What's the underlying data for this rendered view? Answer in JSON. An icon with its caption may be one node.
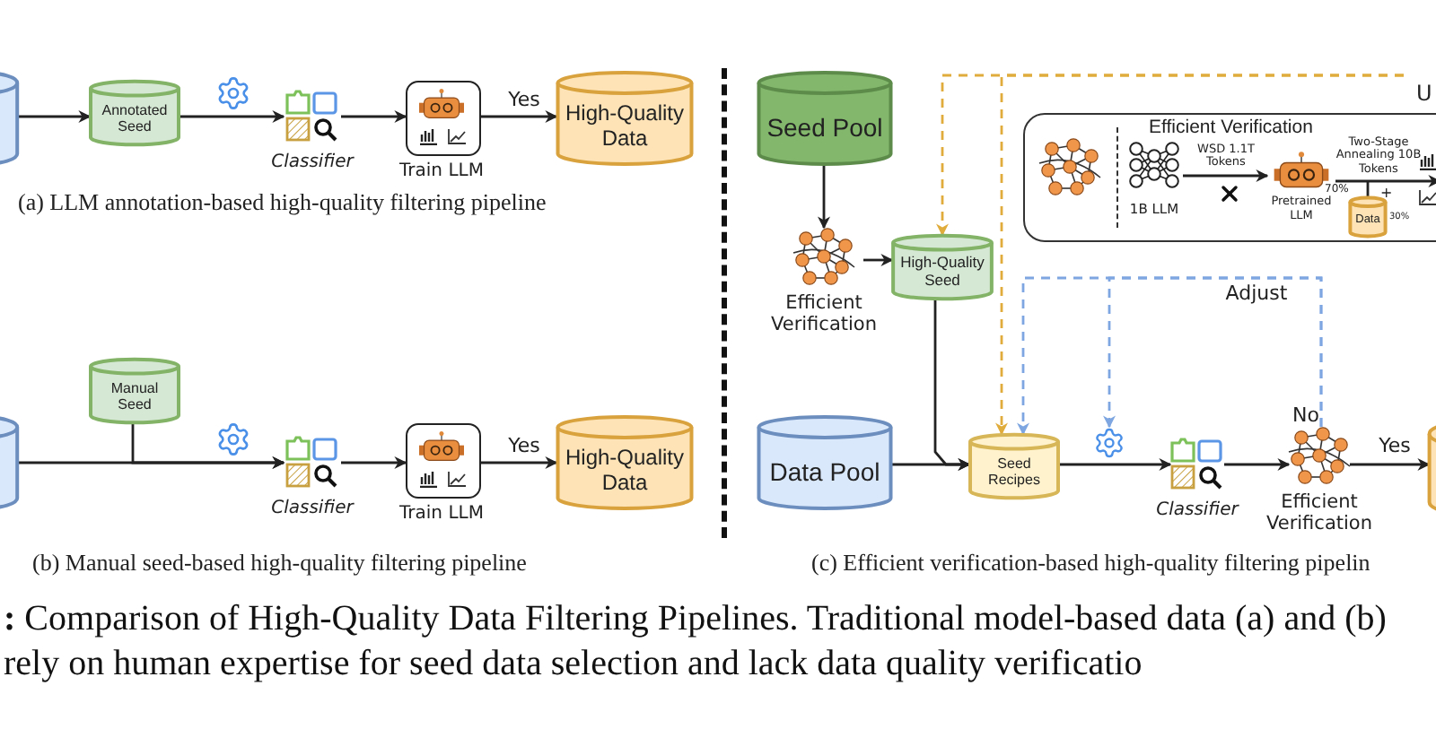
{
  "diagram": {
    "caption": "**:** Comparison of High-Quality Data Filtering Pipelines.  Traditional model-based data (a) and (b) rely on human expertise for seed data selection and lack data quality verificatio",
    "nodes": [
      {
        "text": [],
        "shape": "cylinder"
      },
      {
        "text": [
          "Annotated Seed"
        ]
      },
      {
        "text": [
          "Classifier"
        ]
      },
      {
        "text": [
          "Train LLM"
        ]
      },
      {
        "text": [
          "High-Quality Data"
        ]
      },
      {
        "text": [],
        "shape": "cylinder"
      },
      {
        "text": [
          "Manual Seed"
        ]
      },
      {
        "text": [
          "Classifier"
        ]
      },
      {
        "text": [
          "Train LLM"
        ]
      },
      {
        "text": [
          "High-Quality Data"
        ]
      },
      {
        "text": [
          "Seed Pool"
        ]
      },
      {
        "text": [
          "Efficient Verification"
        ]
      },
      {
        "text": [
          "High-Quality Seed"
        ]
      },
      {
        "text": [
          "Data Pool"
        ]
      },
      {
        "text": [
          "Seed Recipes"
        ]
      },
      {
        "text": [],
        "shape": "gear"
      },
      {
        "text": [
          "Classifier"
        ]
      },
      {
        "text": [
          "Efficient Verification"
        ]
      },
      {
        "text": [],
        "shape": "cylinder"
      },
      {
        "text": [
          "Efficient Verification"
        ]
      },
      {
        "text": [
          "1B LLM"
        ],
        "in": 19
      },
      {
        "text": [
          "Pretrained LLM"
        ],
        "in": 19
      },
      {
        "text": [
          "Data"
        ],
        "in": 19,
        "beside": [
          "30%"
        ]
      }
    ],
    "edges": [
      {
        "from": 0,
        "to": 1,
        "arrow": "to"
      },
      {
        "from": 1,
        "to": 2,
        "arrow": "to"
      },
      {
        "from": 2,
        "to": 3,
        "arrow": "to"
      },
      {
        "from": 3,
        "to": 4,
        "arrow": "to",
        "label": "Yes"
      },
      {
        "from": 5,
        "to": 7,
        "arrow": "to"
      },
      {
        "from": 6,
        "to": 7,
        "arrow": "to"
      },
      {
        "from": 7,
        "to": 8,
        "arrow": "to"
      },
      {
        "from": 8,
        "to": 9,
        "arrow": "to",
        "label": "Yes"
      },
      {
        "from": 10,
        "to": 11,
        "arrow": "to"
      },
      {
        "from": 11,
        "to": 12,
        "arrow": "to"
      },
      {
        "from": 12,
        "to": 14,
        "arrow": "to"
      },
      {
        "from": 13,
        "to": 14,
        "arrow": "to"
      },
      {
        "from": 14,
        "to": 16,
        "arrow": "to"
      },
      {
        "from": 16,
        "to": 17,
        "arrow": "to"
      },
      {
        "from": 17,
        "to": 18,
        "arrow": "to",
        "label": "Yes"
      },
      {
        "from": 17,
        "to": 14,
        "arrow": "to",
        "style": "dashed",
        "color": "#7ea6e0",
        "label": "Adjust"
      },
      {
        "from": 17,
        "to": 15,
        "arrow": "to",
        "style": "dashed",
        "color": "#7ea6e0"
      },
      {
        "from": null,
        "to": 12,
        "arrow": "to",
        "style": "dashed",
        "color": "#e0ac3c"
      },
      {
        "from": null,
        "to": 14,
        "arrow": "to",
        "style": "dashed",
        "color": "#e0ac3c"
      },
      {
        "from": 20,
        "to": 21,
        "arrow": "to",
        "label": "WSD 1.1T Tokens"
      },
      {
        "from": 21,
        "to": null,
        "arrow": "to",
        "label": "Two-Stage Annealing 10B Tokens"
      },
      {
        "from": 22,
        "to": null,
        "arrow": "none"
      }
    ],
    "labels": [
      "(a) LLM annotation-based high-quality filtering pipeline",
      "(b) Manual seed-based high-quality filtering pipeline",
      "U",
      "70%",
      "+",
      "No",
      "(c) Efficient verification-based high-quality filtering pipelin"
    ]
  }
}
